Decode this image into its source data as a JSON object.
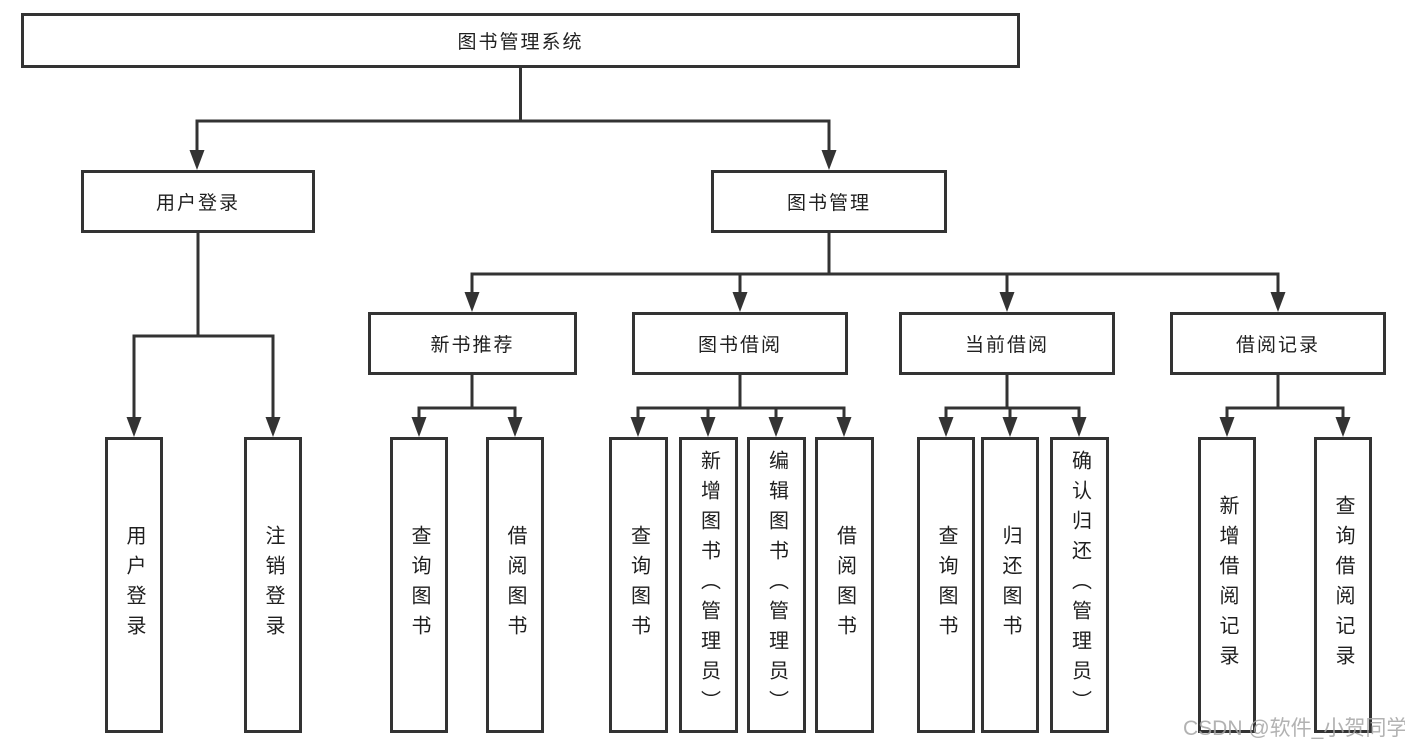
{
  "diagram": {
    "root": {
      "label": "图书管理系统"
    },
    "branches": [
      {
        "label": "用户登录",
        "children": [
          {
            "label": "用户登录"
          },
          {
            "label": "注销登录"
          }
        ]
      },
      {
        "label": "图书管理",
        "children": [
          {
            "label": "新书推荐",
            "children": [
              {
                "label": "查询图书"
              },
              {
                "label": "借阅图书"
              }
            ]
          },
          {
            "label": "图书借阅",
            "children": [
              {
                "label": "查询图书"
              },
              {
                "label": "新增图书（管理员）"
              },
              {
                "label": "编辑图书（管理员）"
              },
              {
                "label": "借阅图书"
              }
            ]
          },
          {
            "label": "当前借阅",
            "children": [
              {
                "label": "查询图书"
              },
              {
                "label": "归还图书"
              },
              {
                "label": "确认归还（管理员）"
              }
            ]
          },
          {
            "label": "借阅记录",
            "children": [
              {
                "label": "新增借阅记录"
              },
              {
                "label": "查询借阅记录"
              }
            ]
          }
        ]
      }
    ],
    "watermark": "CSDN @软件_小贺同学",
    "colors": {
      "line": "#333333",
      "box_background": "#ffffff",
      "text": "#1f1f1f",
      "watermark": "#a5a5a5"
    }
  }
}
